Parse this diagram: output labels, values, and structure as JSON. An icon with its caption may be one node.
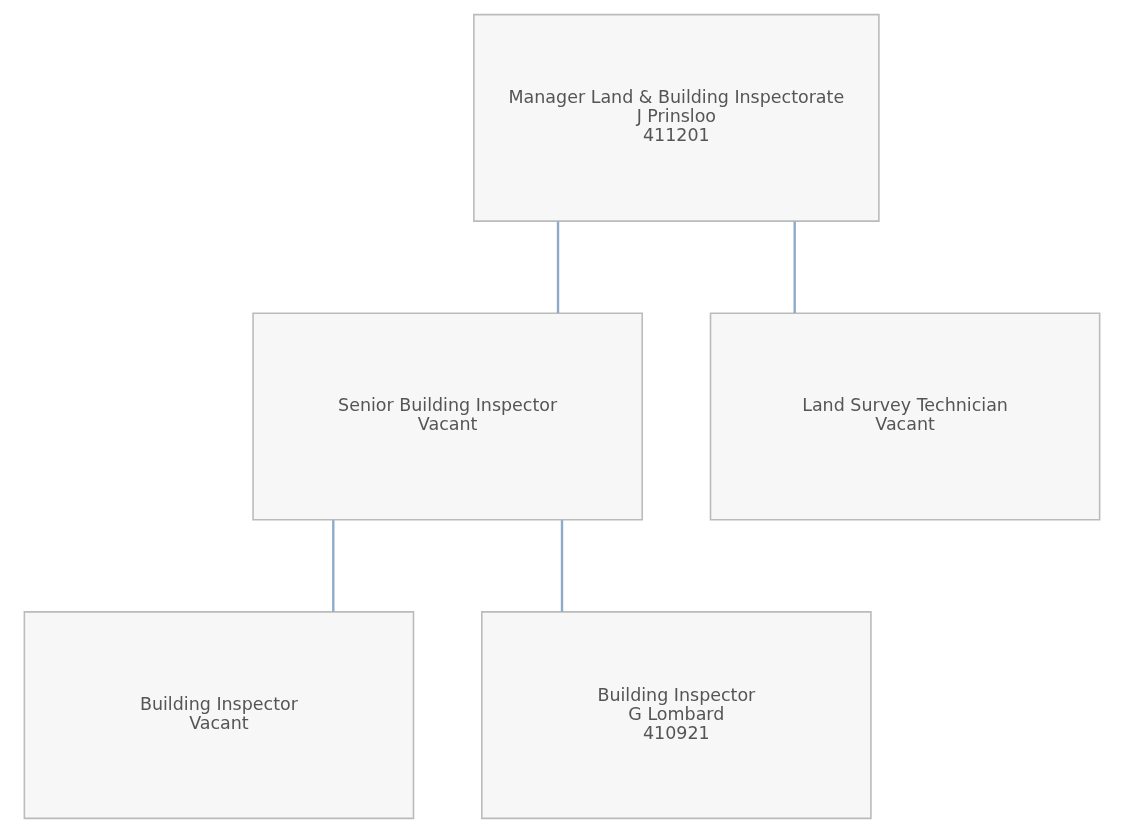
{
  "diagram": {
    "nodes": [
      {
        "text": [
          "Manager Land & Building Inspectorate",
          "J Prinsloo",
          "411201"
        ]
      },
      {
        "text": [
          "Senior Building Inspector",
          "Vacant"
        ]
      },
      {
        "text": [
          "Land Survey Technician",
          "Vacant"
        ]
      },
      {
        "text": [
          "Building Inspector",
          "Vacant"
        ]
      },
      {
        "text": [
          "Building Inspector",
          "G Lombard",
          "410921"
        ]
      }
    ],
    "edges": [
      {
        "from": 0,
        "to": 1,
        "arrow": "none"
      },
      {
        "from": 0,
        "to": 2,
        "arrow": "none"
      },
      {
        "from": 1,
        "to": 3,
        "arrow": "none"
      },
      {
        "from": 1,
        "to": 4,
        "arrow": "none"
      }
    ]
  }
}
